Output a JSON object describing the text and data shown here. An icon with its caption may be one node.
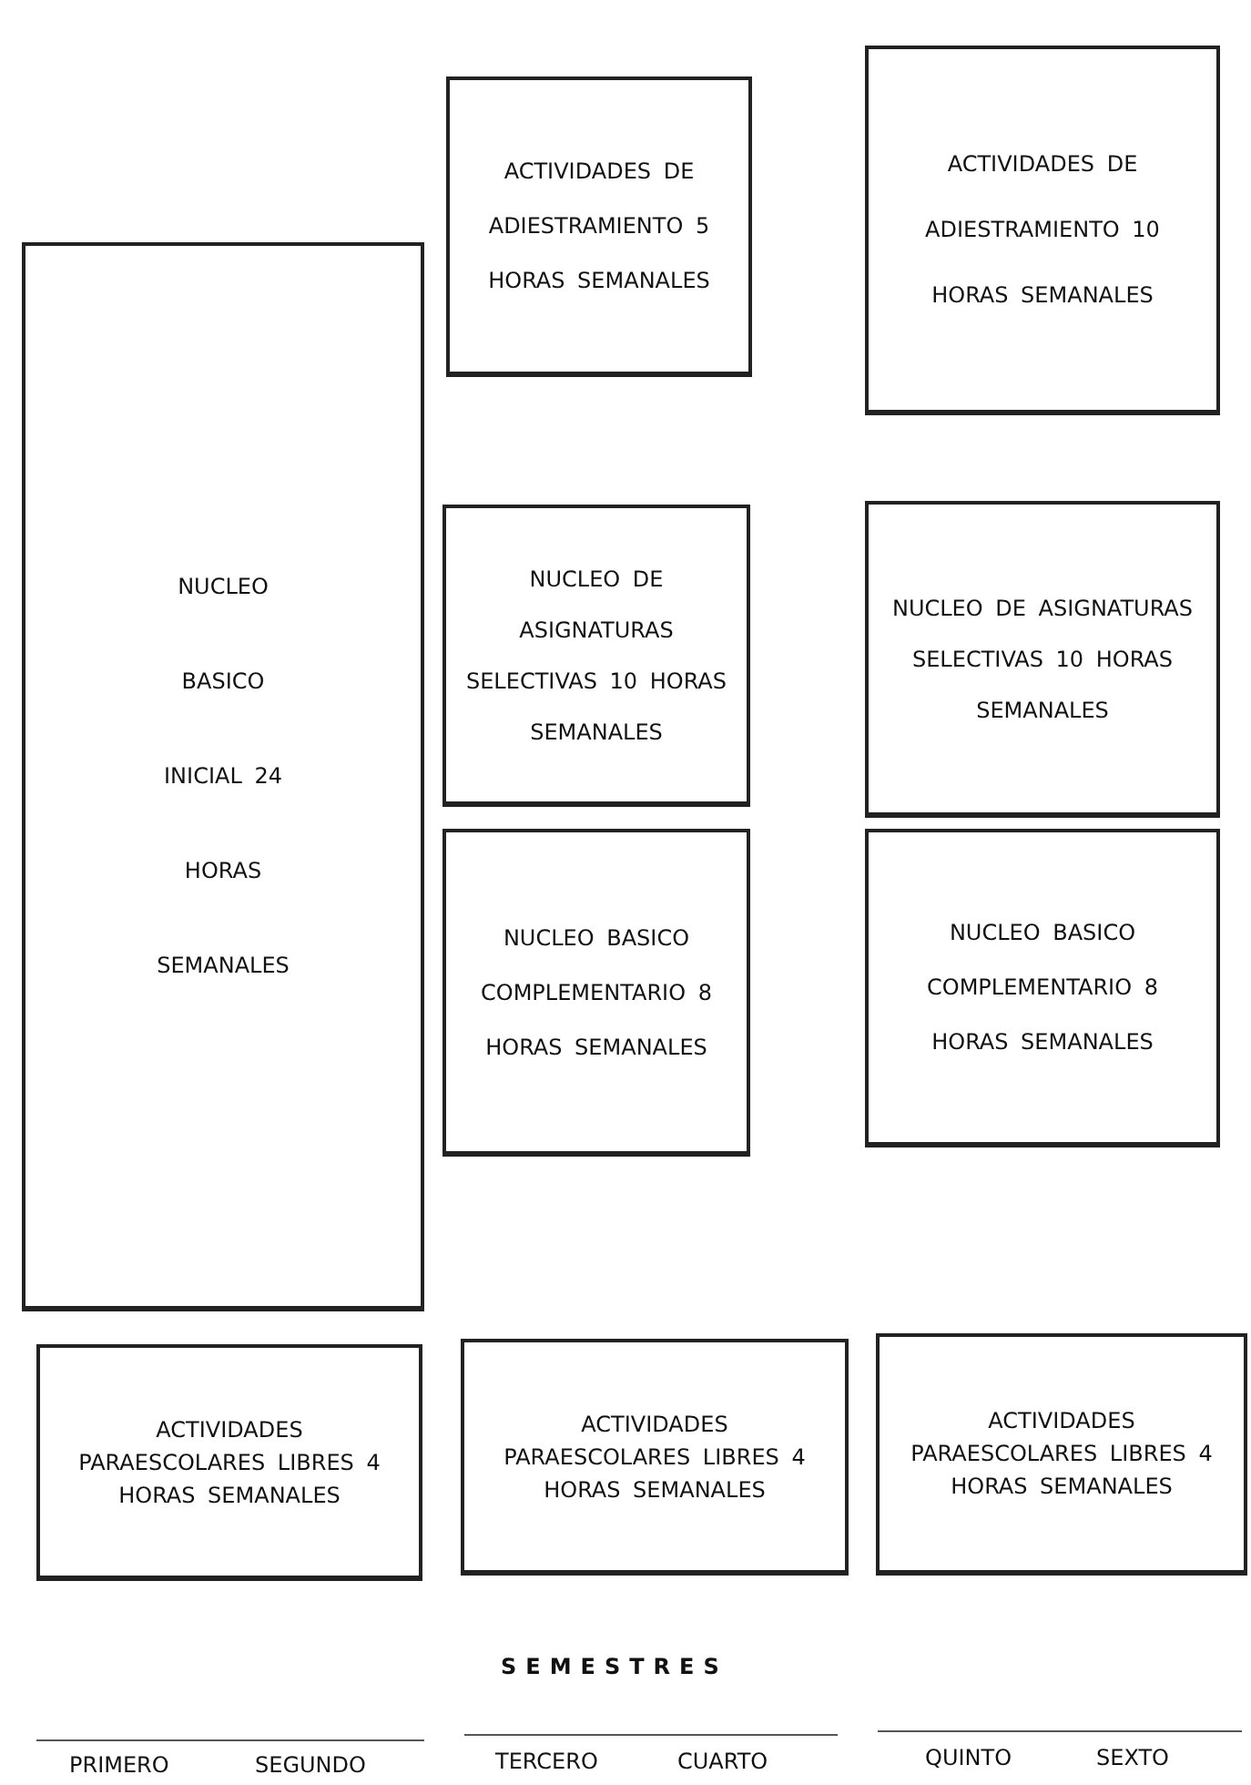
{
  "diagram": {
    "nodes": [
      {
        "text": [
          "NUCLEO BASICO INICIAL 24 HORAS SEMANALES"
        ]
      },
      {
        "text": [
          "ACTIVIDADES DE ADIESTRAMIENTO 5 HORAS SEMANALES"
        ]
      },
      {
        "text": [
          "ACTIVIDADES DE ADIESTRAMIENTO 10 HORAS SEMANALES"
        ]
      },
      {
        "text": [
          "NUCLEO DE ASIGNATURAS SELECTIVAS 10 HORAS SEMANALES"
        ]
      },
      {
        "text": [
          "NUCLEO DE ASIGNATURAS SELECTIVAS 10 HORAS SEMANALES"
        ]
      },
      {
        "text": [
          "NUCLEO BASICO COMPLEMENTARIO 8 HORAS SEMANALES"
        ]
      },
      {
        "text": [
          "NUCLEO BASICO COMPLEMENTARIO 8 HORAS SEMANALES"
        ]
      },
      {
        "text": [
          "ACTIVIDADES PARAESCOLARES LIBRES 4 HORAS SEMANALES"
        ]
      },
      {
        "text": [
          "ACTIVIDADES PARAESCOLARES LIBRES 4 HORAS SEMANALES"
        ]
      },
      {
        "text": [
          "ACTIVIDADES PARAESCOLARES LIBRES 4 HORAS SEMANALES"
        ]
      }
    ],
    "labels": [
      "SEMESTRES",
      "PRIMERO",
      "SEGUNDO",
      "TERCERO",
      "CUARTO",
      "QUINTO",
      "SEXTO"
    ]
  }
}
